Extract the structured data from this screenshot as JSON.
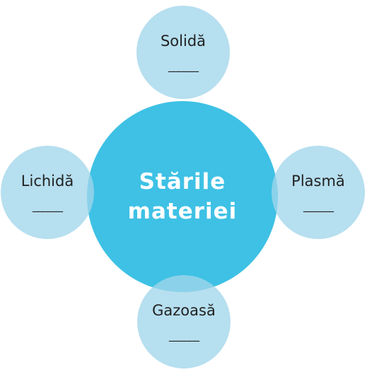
{
  "diagram": {
    "center": {
      "title": "Stările\nmateriei",
      "color": "#3ec1e5"
    },
    "satellites": [
      {
        "label": "Solidă",
        "blank": "______"
      },
      {
        "label": "Lichidă",
        "blank": "______"
      },
      {
        "label": "Plasmă",
        "blank": "______"
      },
      {
        "label": "Gazoasă",
        "blank": "______"
      }
    ],
    "satellite_color": "#a2d6eb"
  }
}
